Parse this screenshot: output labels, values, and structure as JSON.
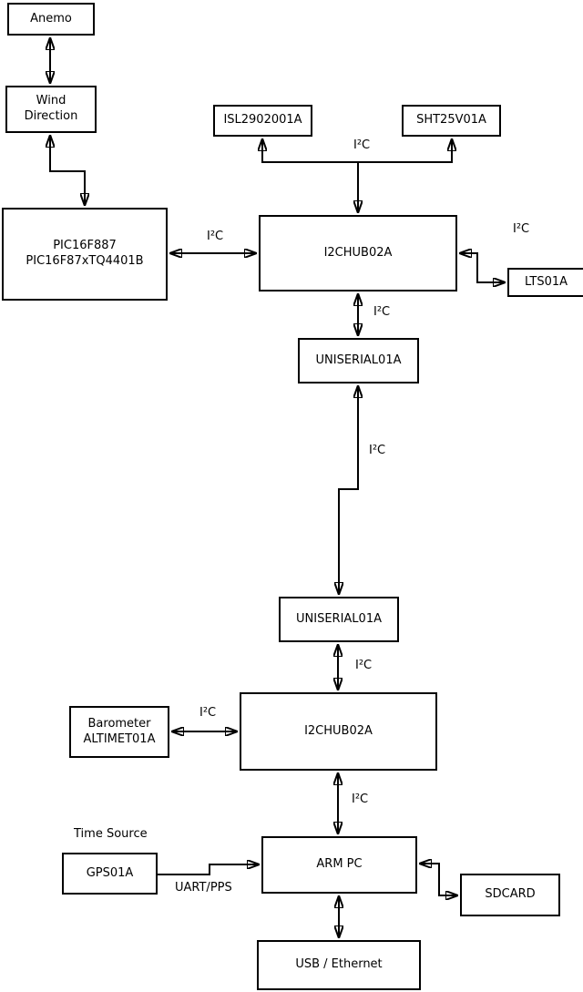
{
  "diagram": {
    "colors": {
      "background": "#ffffff",
      "line": "#000000",
      "box_border": "#000000",
      "box_fill": "#ffffff",
      "text": "#000000"
    },
    "nodes": {
      "anemo": {
        "label": "Anemo"
      },
      "wind_direction": {
        "line1": "Wind",
        "line2": "Direction"
      },
      "pic": {
        "line1": "PIC16F887",
        "line2": "PIC16F87xTQ4401B"
      },
      "isl": {
        "label": "ISL2902001A"
      },
      "sht": {
        "label": "SHT25V01A"
      },
      "hub1": {
        "label": "I2CHUB02A"
      },
      "lts": {
        "label": "LTS01A"
      },
      "uniserial1": {
        "label": "UNISERIAL01A"
      },
      "uniserial2": {
        "label": "UNISERIAL01A"
      },
      "hub2": {
        "label": "I2CHUB02A"
      },
      "barometer": {
        "line1": "Barometer",
        "line2": "ALTIMET01A"
      },
      "gps": {
        "label": "GPS01A"
      },
      "arm_pc": {
        "label": "ARM PC"
      },
      "sdcard": {
        "label": "SDCARD"
      },
      "usb_ethernet": {
        "label": "USB / Ethernet"
      }
    },
    "labels": {
      "i2c": "I²C",
      "time_source": "Time Source",
      "uart_pps": "UART/PPS"
    }
  }
}
